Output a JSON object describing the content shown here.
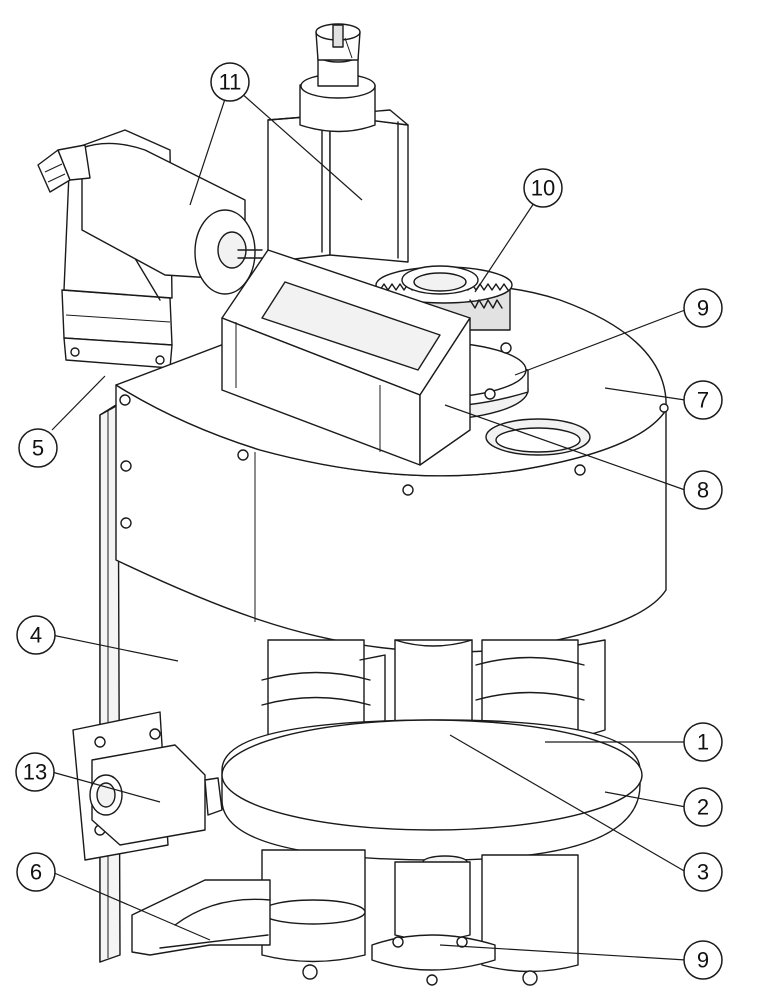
{
  "callouts": [
    {
      "id": "c1",
      "label": "1"
    },
    {
      "id": "c2",
      "label": "2"
    },
    {
      "id": "c3",
      "label": "3"
    },
    {
      "id": "c4",
      "label": "4"
    },
    {
      "id": "c5",
      "label": "5"
    },
    {
      "id": "c6",
      "label": "6"
    },
    {
      "id": "c7",
      "label": "7"
    },
    {
      "id": "c8",
      "label": "8"
    },
    {
      "id": "c9a",
      "label": "9"
    },
    {
      "id": "c9b",
      "label": "9"
    },
    {
      "id": "c10",
      "label": "10"
    },
    {
      "id": "c11",
      "label": "11"
    },
    {
      "id": "c13",
      "label": "13"
    }
  ],
  "colors": {
    "line": "#1a1a1a",
    "fill": "#ffffff",
    "shade": "#f2f2f2"
  }
}
